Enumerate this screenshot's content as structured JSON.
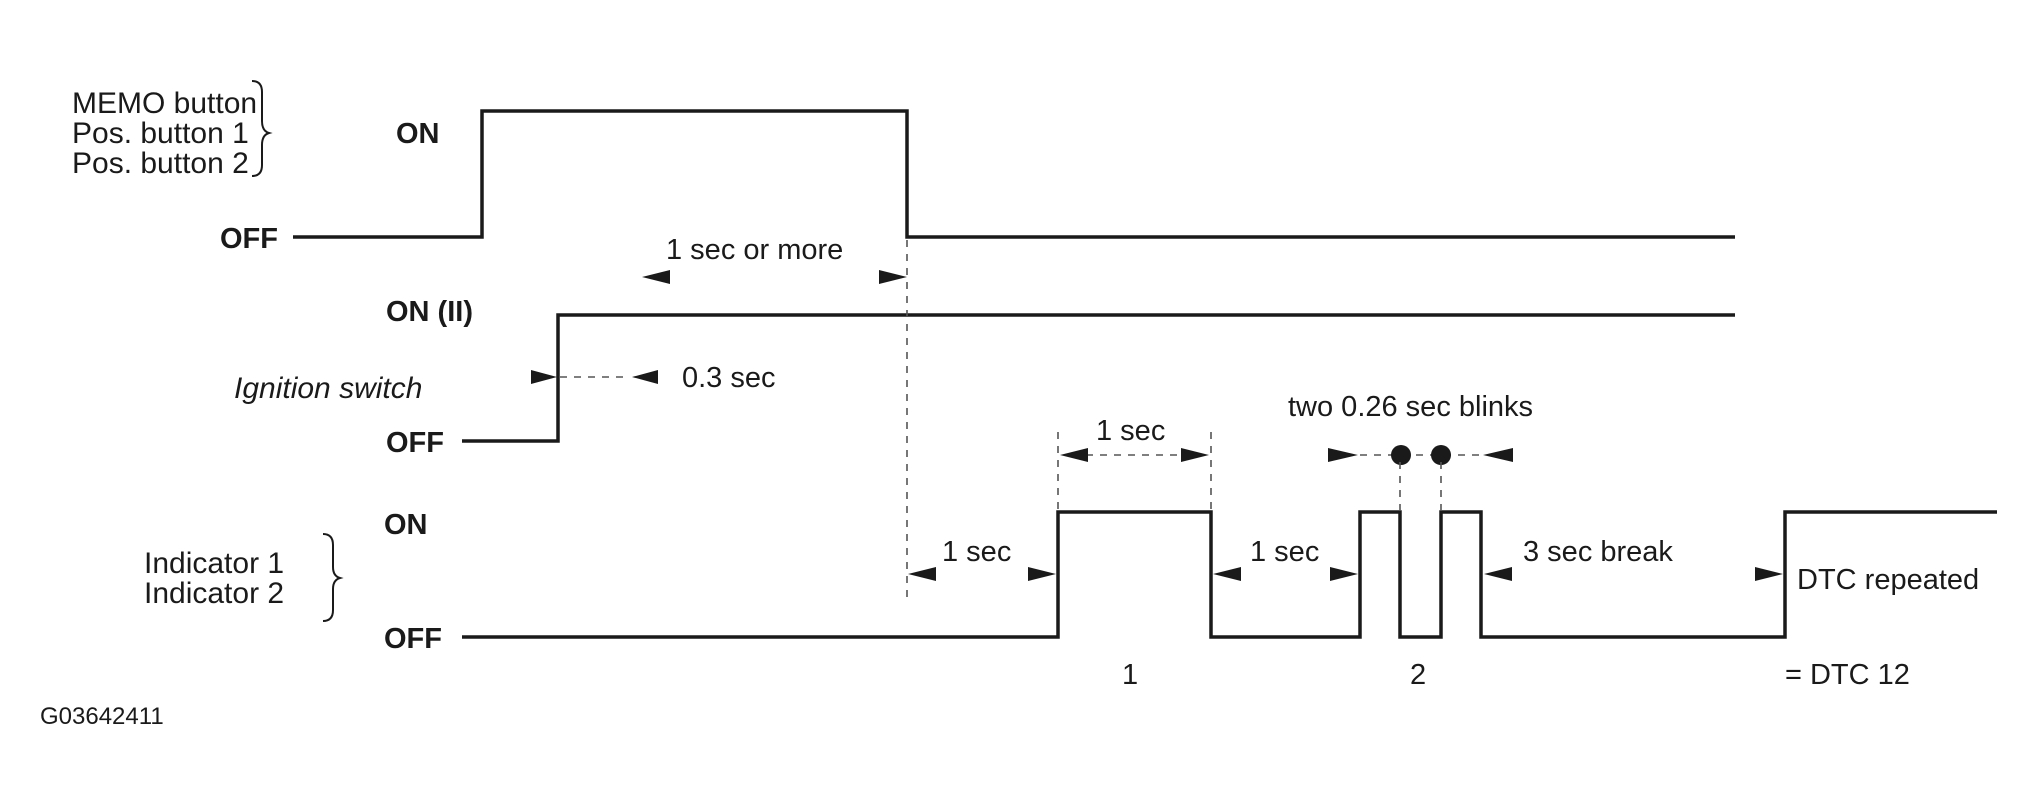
{
  "signals": {
    "memo": {
      "labels": [
        "MEMO button",
        "Pos. button 1",
        "Pos. button 2"
      ],
      "on": "ON",
      "off": "OFF"
    },
    "ignition": {
      "label": "Ignition switch",
      "on": "ON (II)",
      "off": "OFF"
    },
    "indicator": {
      "labels": [
        "Indicator 1",
        "Indicator 2"
      ],
      "on": "ON",
      "off": "OFF"
    }
  },
  "annotations": {
    "one_sec_or_more": "1 sec or more",
    "point_three_sec": "0.3 sec",
    "one_sec_pulse": "1 sec",
    "two_blinks": "two 0.26 sec blinks",
    "one_sec_delay": "1 sec",
    "one_sec_gap": "1 sec",
    "three_sec_break": "3 sec break",
    "dtc_repeated": "DTC repeated",
    "count_one": "1",
    "count_two": "2",
    "dtc_result": "= DTC 12"
  },
  "figure_code": "G03642411"
}
